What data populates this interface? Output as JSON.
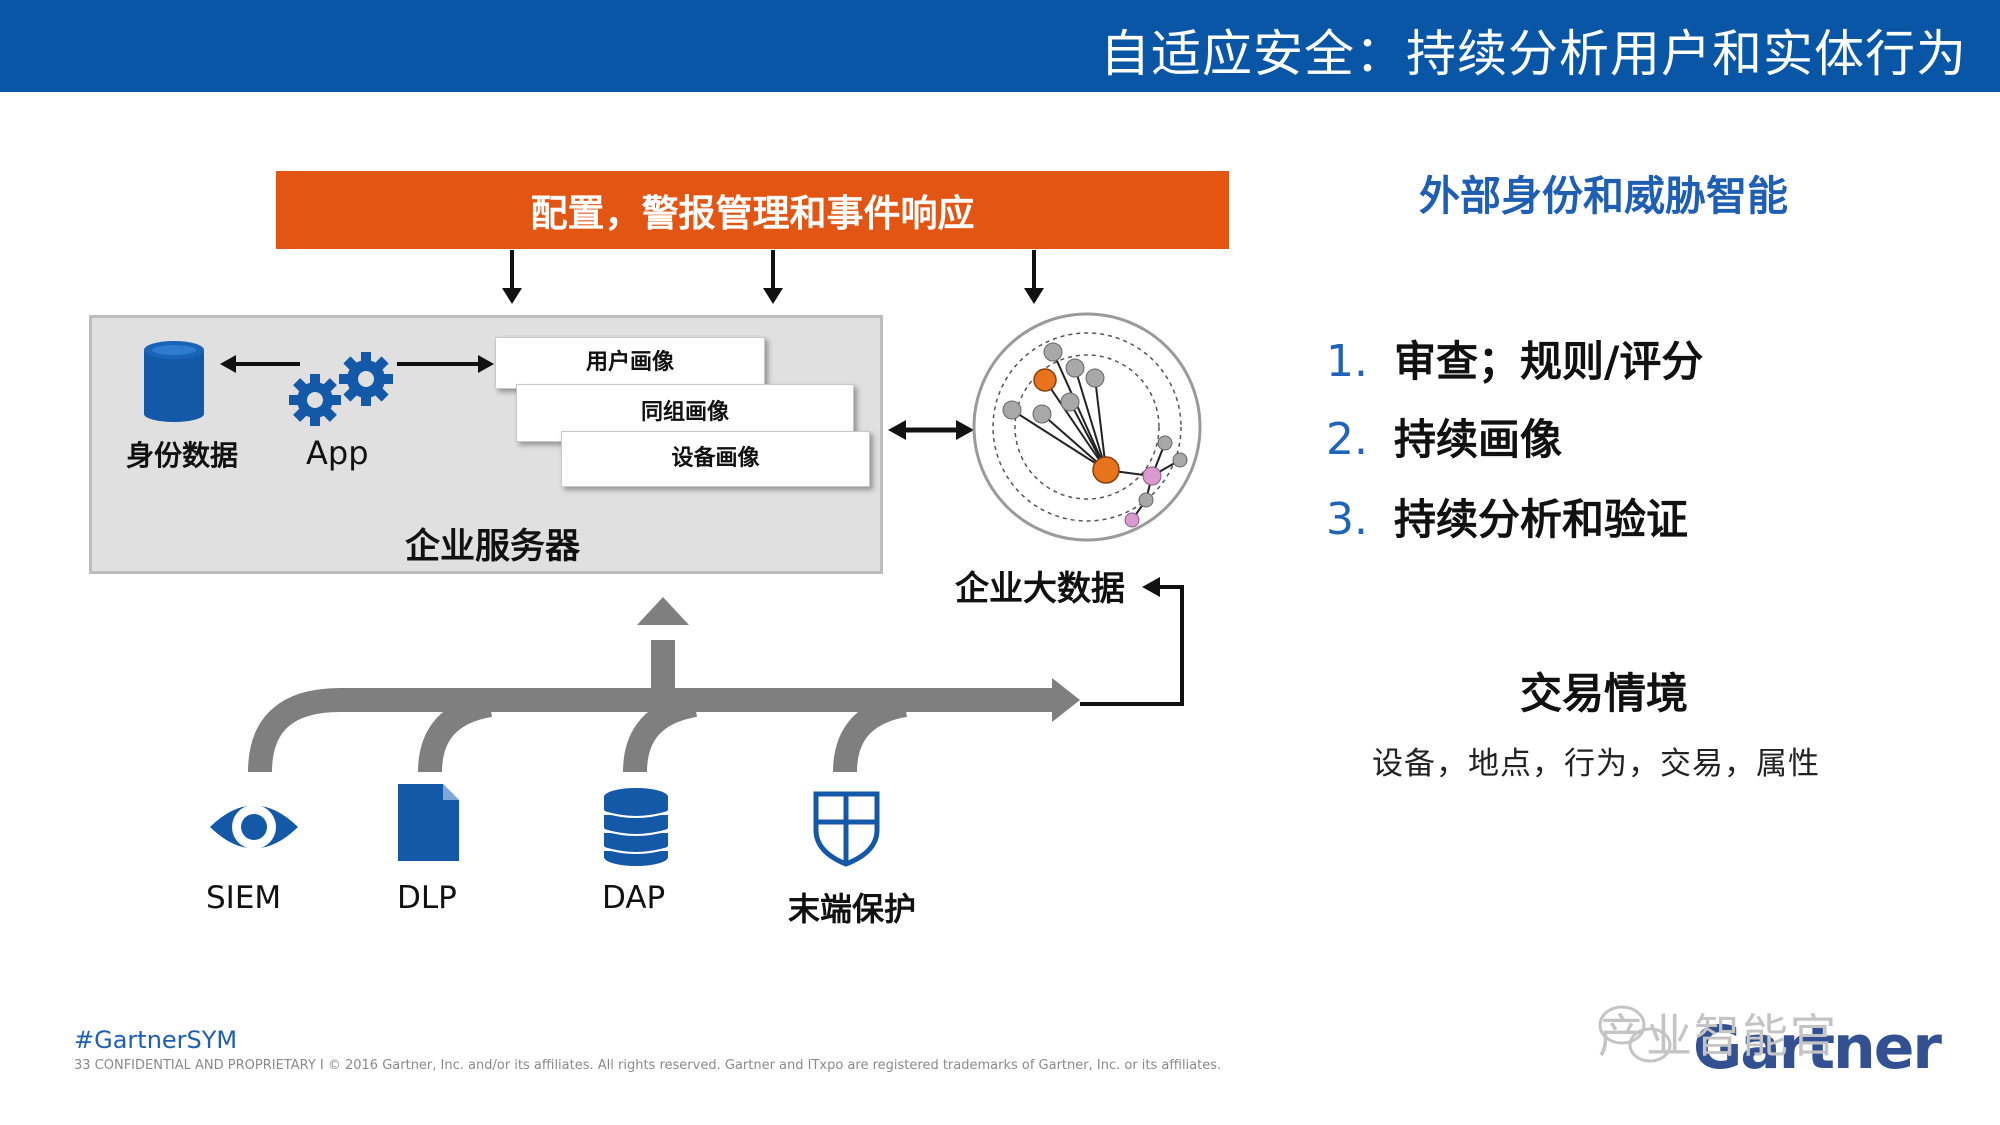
{
  "header": {
    "title": "自适应安全：持续分析用户和实体行为"
  },
  "orange_bar": {
    "label": "配置，警报管理和事件响应"
  },
  "server": {
    "label": "企业服务器",
    "identity_data": "身份数据",
    "app": "App",
    "cards": [
      "用户画像",
      "同组画像",
      "设备画像"
    ]
  },
  "bigdata": {
    "label": "企业大数据"
  },
  "sources": [
    {
      "label": "SIEM",
      "icon": "eye-icon"
    },
    {
      "label": "DLP",
      "icon": "document-icon"
    },
    {
      "label": "DAP",
      "icon": "database-icon"
    },
    {
      "label": "末端保护",
      "icon": "shield-icon"
    }
  ],
  "right_panel": {
    "title": "外部身份和威胁智能",
    "items": [
      {
        "num": "1.",
        "text": "审查；规则/评分"
      },
      {
        "num": "2.",
        "text": "持续画像"
      },
      {
        "num": "3.",
        "text": "持续分析和验证"
      }
    ],
    "context_title": "交易情境",
    "context_text": "设备，地点，行为，交易，属性"
  },
  "footer": {
    "hashtag": "#GartnerSYM",
    "confidential": "33   CONFIDENTIAL AND PROPRIETARY  I   © 2016 Gartner, Inc. and/or its affiliates. All rights reserved. Gartner and ITxpo are registered trademarks of Gartner, Inc. or its affiliates.",
    "wechat_watermark": "产业智能官",
    "logo": "Gartner"
  },
  "colors": {
    "title_bar": "#0a56a6",
    "orange": "#e35513",
    "icon_blue": "#1458a8",
    "flow_gray": "#7f7f7f",
    "list_blue": "#1f64b8"
  }
}
